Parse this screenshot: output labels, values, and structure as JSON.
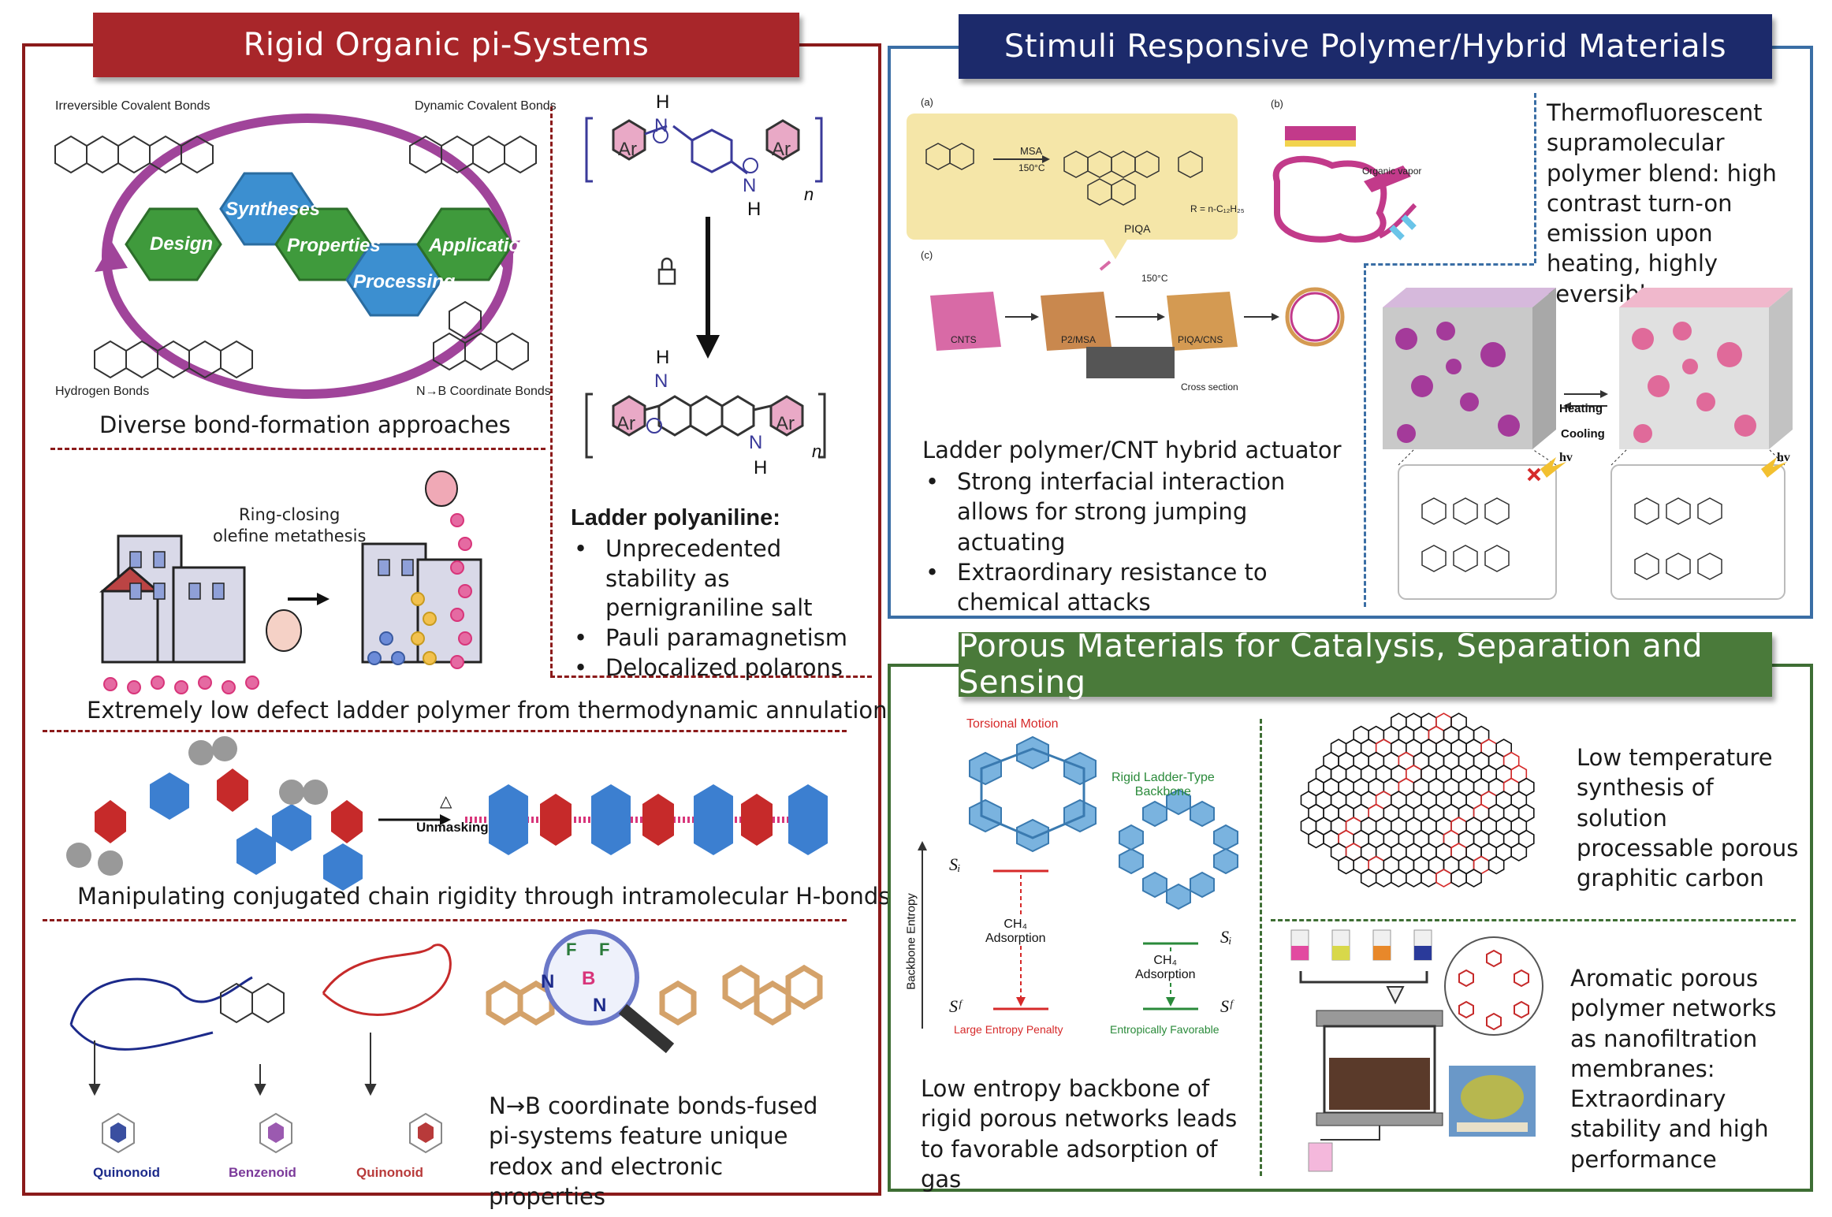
{
  "colors": {
    "red_panel": "#8b1a1a",
    "red_title": "#a8262a",
    "blue_panel": "#3a6ea5",
    "blue_title": "#1c2a6b",
    "green_panel": "#3e6e34",
    "green_title": "#4a7a3a",
    "hex_green": "#3f9a3c",
    "hex_blue": "#3c8fd0",
    "arc_purple": "#a0449a",
    "ring_pink": "#d55a9a"
  },
  "left": {
    "title": "Rigid Organic pi-Systems",
    "bond_labels": {
      "irreversible": "Irreversible Covalent Bonds",
      "dynamic": "Dynamic Covalent Bonds",
      "hydrogen": "Hydrogen Bonds",
      "nb": "N→B Coordinate Bonds"
    },
    "hexagons": [
      "Design",
      "Syntheses",
      "Properties",
      "Processing",
      "Application"
    ],
    "caption_bond": "Diverse bond-formation approaches",
    "ring_closing": "Ring-closing\nolefine metathesis",
    "caption_annulation": "Extremely low defect ladder polymer from thermodynamic annulation",
    "unmasking_label": "Unmasking",
    "delta_symbol": "△",
    "caption_hbond": "Manipulating conjugated chain rigidity through intramolecular H-bonds",
    "ladder_title": "Ladder polyaniline:",
    "ladder_bullets": [
      "Unprecedented stability as pernigraniline salt",
      "Pauli paramagnetism",
      "Delocalized polarons"
    ],
    "struct_labels": {
      "ar": "Ar",
      "h": "H",
      "n": "N",
      "n_sub": "n"
    },
    "redox_labels": [
      "Quinonoid",
      "Benzenoid",
      "Quinonoid"
    ],
    "caption_nb": "N→B coordinate bonds-fused pi-systems feature unique redox and electronic properties",
    "nb_atoms": {
      "n": "N",
      "b": "B",
      "f": "F"
    }
  },
  "top_right": {
    "title": "Stimuli Responsive Polymer/Hybrid Materials",
    "sub_labels": {
      "a": "(a)",
      "b": "(b)",
      "c": "(c)"
    },
    "msa": "MSA",
    "temp": "150°C",
    "piqa": "PIQA",
    "r_label": "R = n-C₁₂H₂₅",
    "organic_vapor": "Organic vapor",
    "process_labels": [
      "CNTS",
      "P2/MSA",
      "PIQA/CNS"
    ],
    "cross_section": "Cross section",
    "caption_actuator_title": "Ladder polymer/CNT hybrid actuator",
    "actuator_bullets": [
      "Strong interfacial interaction allows for strong jumping actuating",
      "Extraordinary resistance to chemical attacks"
    ],
    "thermo_caption": "Thermofluorescent supramolecular polymer blend: high contrast turn-on emission upon heating, highly reversible",
    "heating": "Heating",
    "cooling": "Cooling",
    "hv": "hv"
  },
  "bottom_right": {
    "title": "Porous Materials for Catalysis, Separation and Sensing",
    "torsional": "Torsional Motion",
    "rigid_backbone": "Rigid Ladder-Type\nBackbone",
    "backbone_entropy": "Backbone Entropy",
    "ch4_left": "CH₄\nAdsorption",
    "ch4_right": "CH₄\nAdsorption",
    "s_i": "Sᵢ",
    "s_f": "Sᶠ",
    "large_penalty": "Large Entropy Penalty",
    "entropically_favorable": "Entropically Favorable",
    "caption_entropy": "Low entropy backbone of rigid porous networks leads to favorable adsorption of gas",
    "caption_graphitic": "Low temperature synthesis of solution processable porous graphitic carbon",
    "caption_membrane": "Aromatic porous polymer networks as nanofiltration membranes: Extraordinary stability and high performance"
  }
}
